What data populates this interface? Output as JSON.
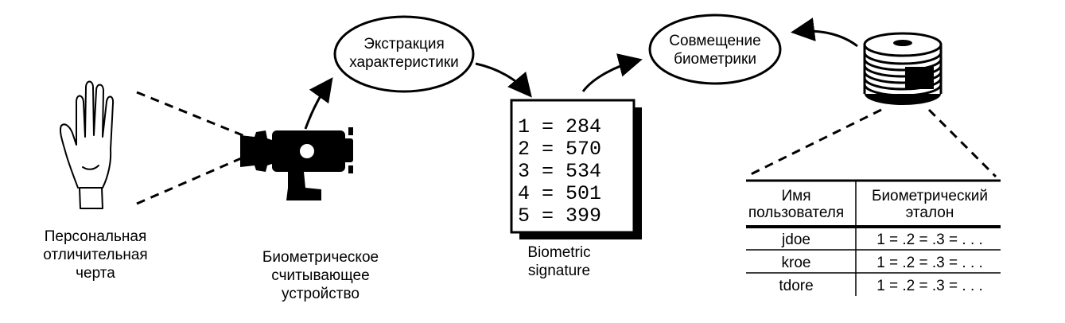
{
  "trait": {
    "line1": "Персональная",
    "line2": "отличительная",
    "line3": "черта"
  },
  "reader": {
    "line1": "Биометрическое",
    "line2": "считывающее",
    "line3": "устройство"
  },
  "extraction": {
    "line1": "Экстракция",
    "line2": "характеристики"
  },
  "matching": {
    "line1": "Совмещение",
    "line2": "биометрики"
  },
  "signature": {
    "rows": [
      "1 = 284",
      "2 = 570",
      "3 = 534",
      "4 = 501",
      "5 = 399"
    ],
    "label_line1": "Biometric",
    "label_line2": "signature"
  },
  "table": {
    "col1_header_line1": "Имя",
    "col1_header_line2": "пользователя",
    "col2_header_line1": "Биометрический",
    "col2_header_line2": "эталон",
    "rows": [
      {
        "user": "jdoe",
        "template": "1 = .2 = .3 = . . ."
      },
      {
        "user": "kroe",
        "template": "1 = .2 = .3 = . . ."
      },
      {
        "user": "tdore",
        "template": "1 = .2 = .3 = . . ."
      }
    ]
  }
}
